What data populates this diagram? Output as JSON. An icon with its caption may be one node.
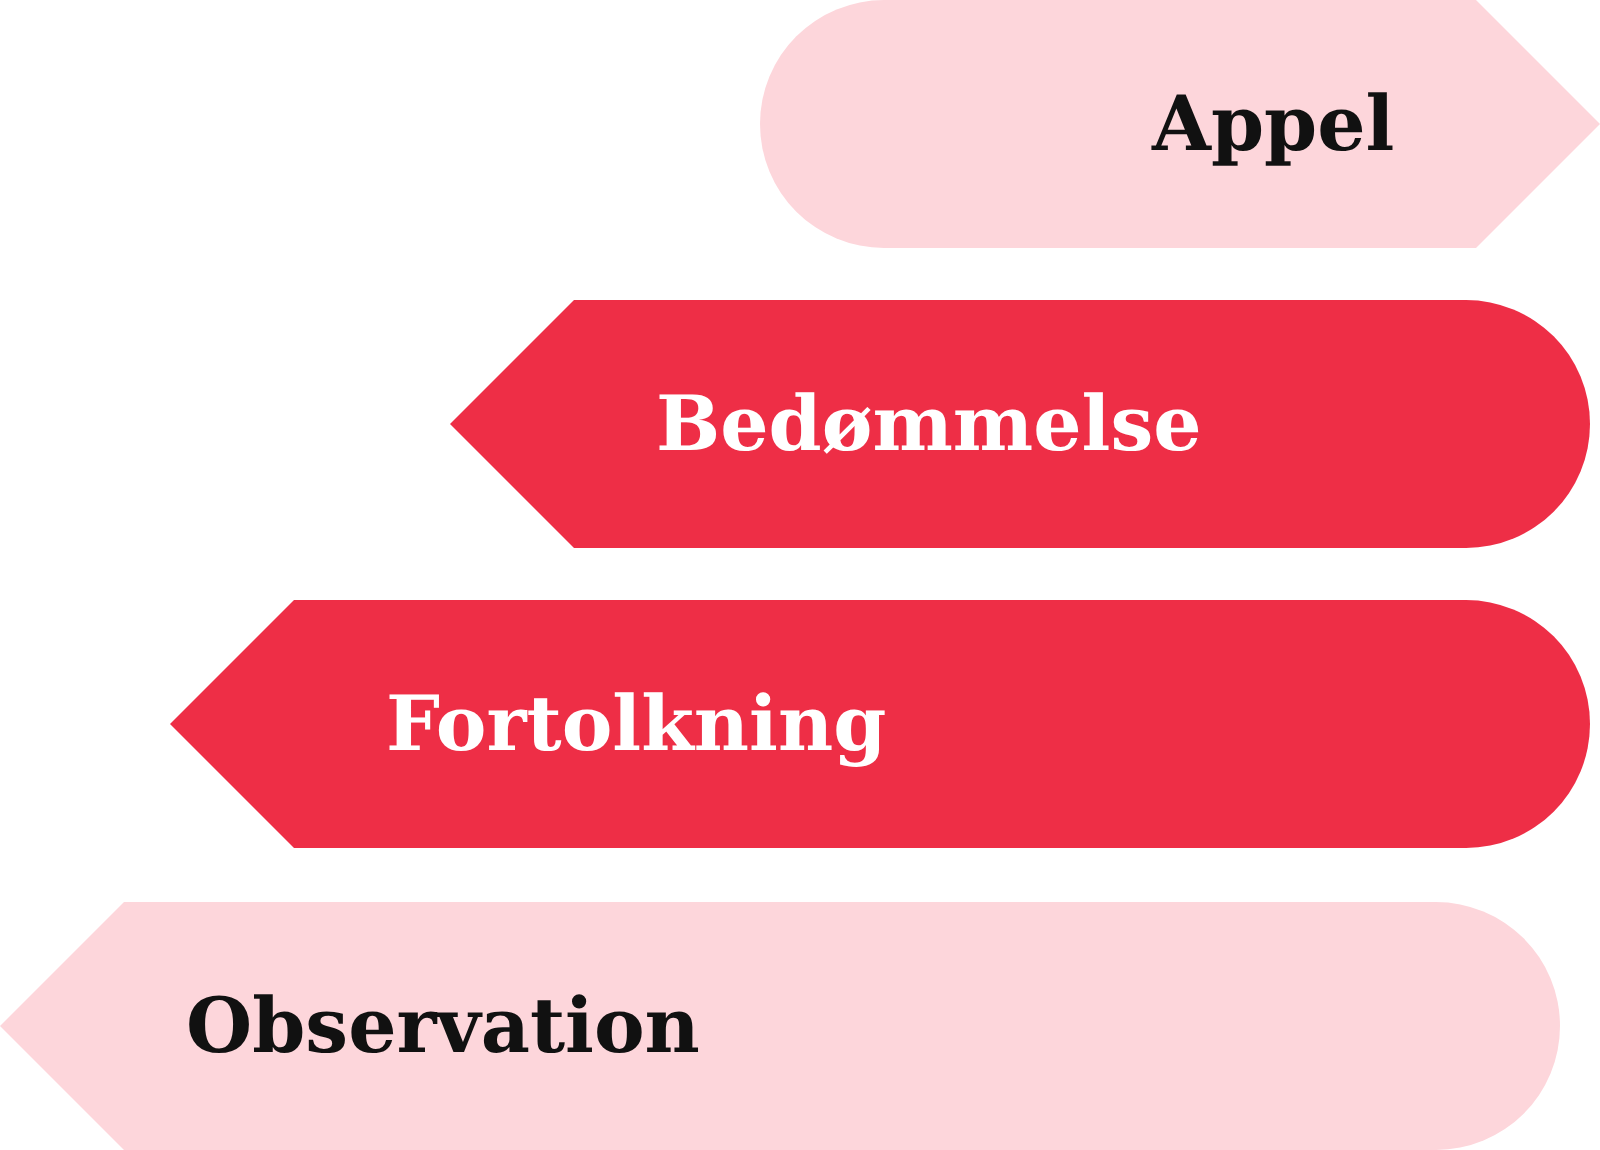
{
  "diagram": {
    "nodes": [
      {
        "text": [
          "Appel"
        ]
      },
      {
        "text": [
          "Bedømmelse"
        ]
      },
      {
        "text": [
          "Fortolkning"
        ]
      },
      {
        "text": [
          "Observation"
        ]
      }
    ]
  }
}
